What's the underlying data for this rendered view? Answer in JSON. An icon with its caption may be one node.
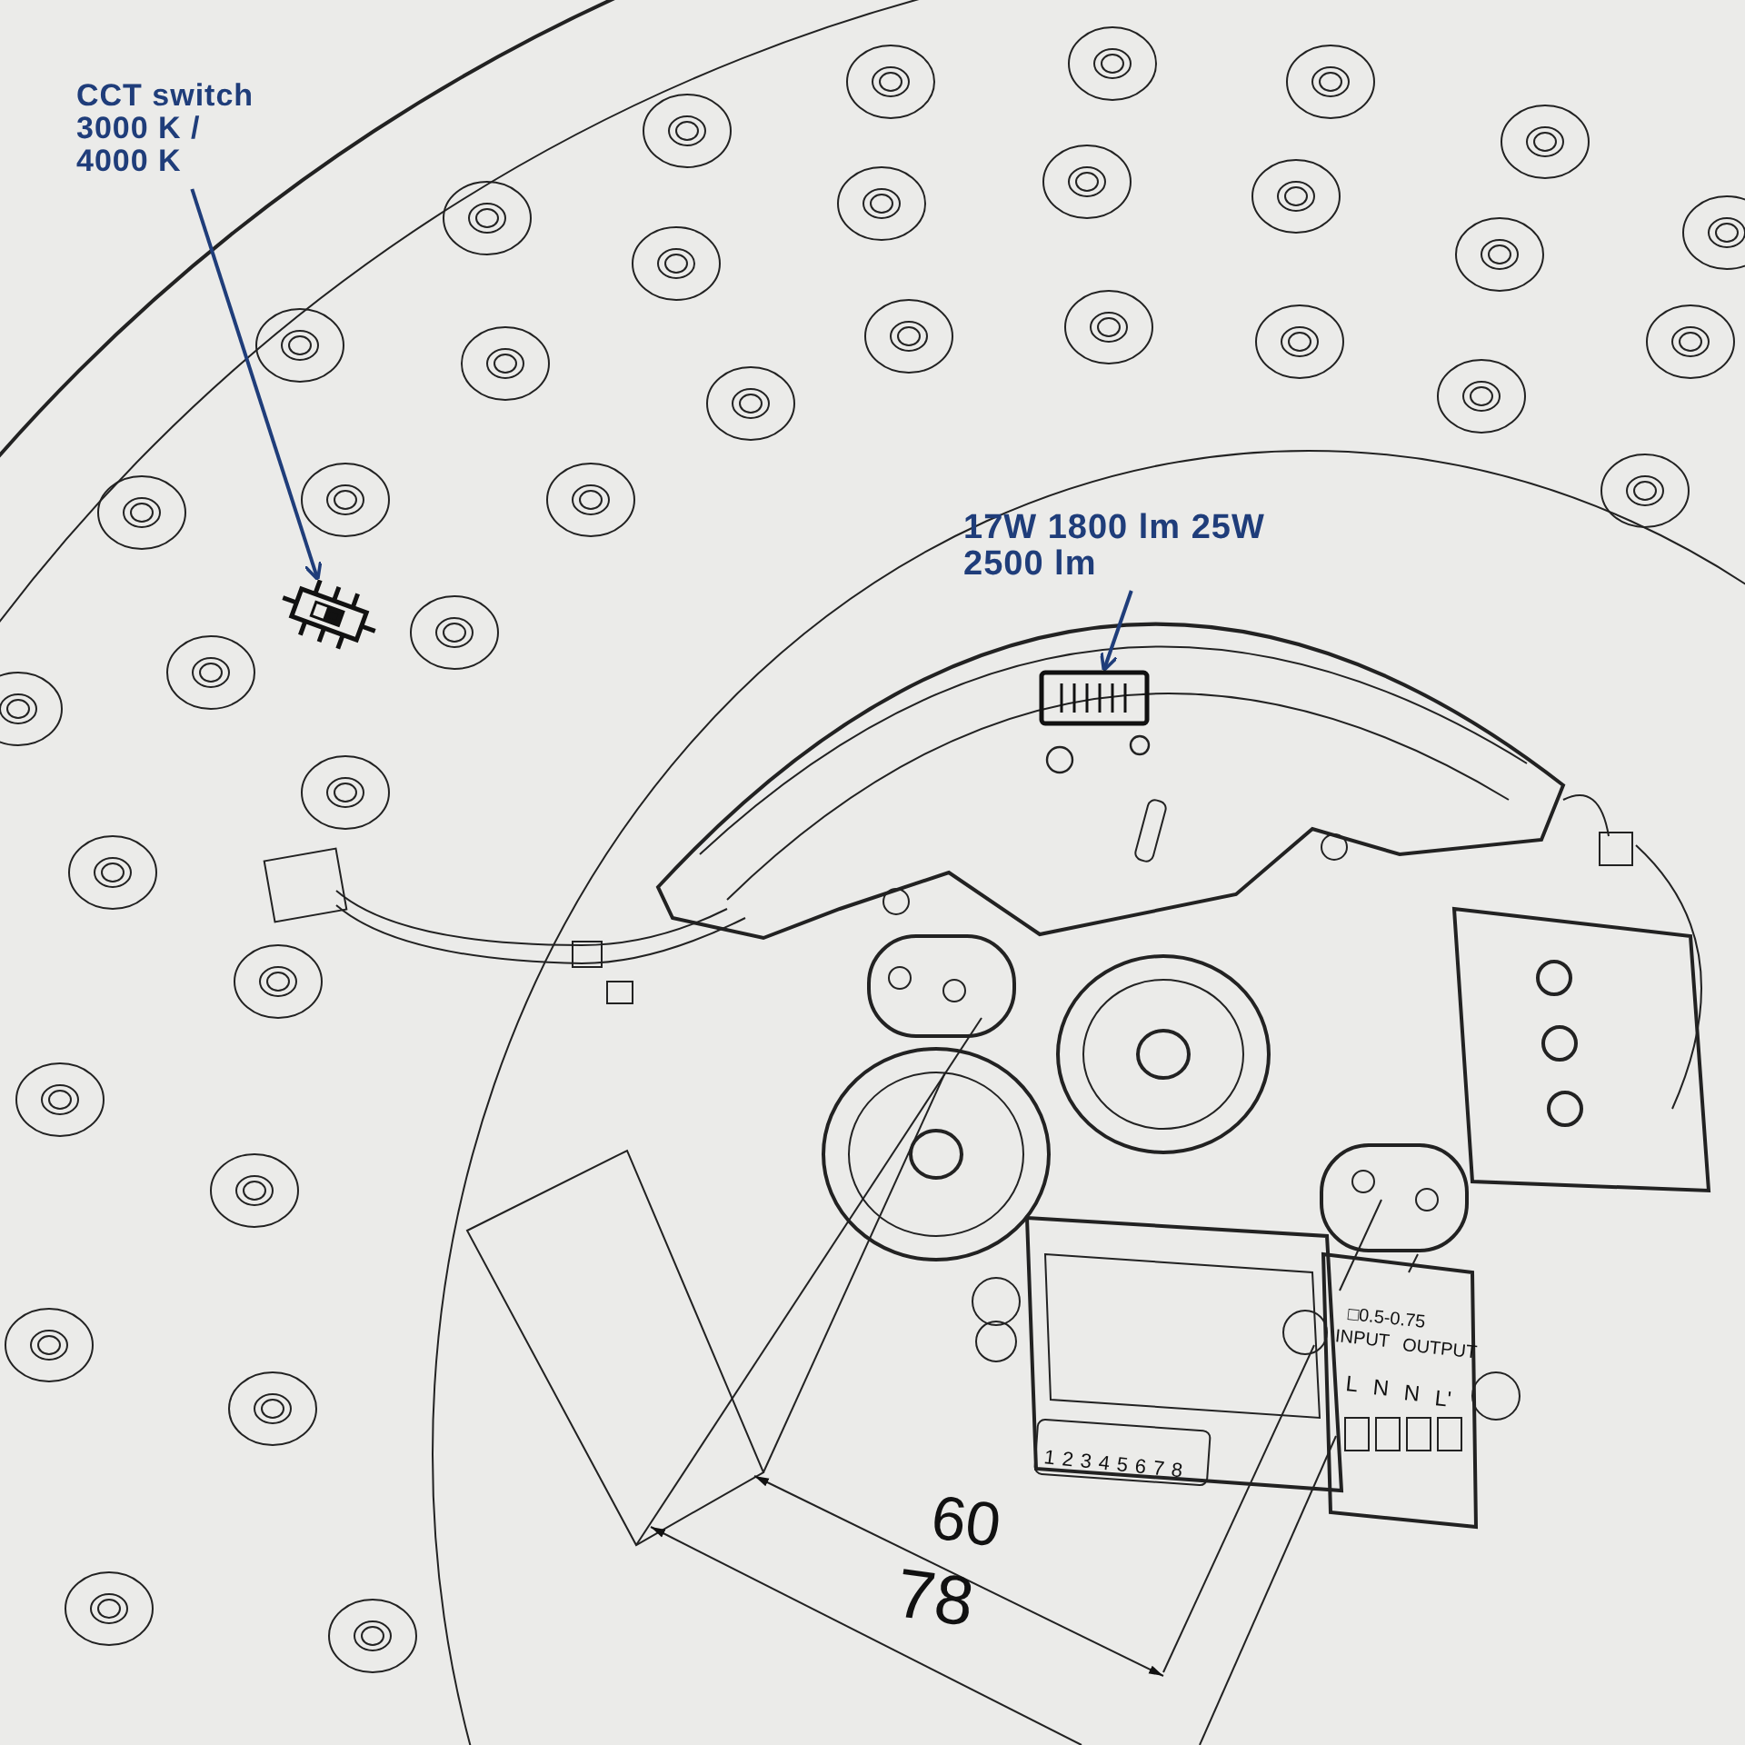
{
  "diagram": {
    "nodes": [
      {
        "text": [
          "CCT switch 3000 K / 4000 K"
        ]
      },
      {
        "text": [],
        "shape": "picture"
      },
      {
        "text": [
          "17W 1800 lm 25W 2500 lm"
        ]
      },
      {
        "text": [],
        "shape": "picture"
      }
    ],
    "edges": [
      {
        "from": 0,
        "to": 1,
        "arrow": "to"
      },
      {
        "from": 2,
        "to": 3,
        "arrow": "to"
      }
    ],
    "labels": [
      "□0.5-0.75",
      "INPUT",
      "OUTPUT",
      "L",
      "N",
      "N",
      "L'",
      "1",
      "2",
      "3",
      "4",
      "5",
      "6",
      "7",
      "8",
      "60",
      "78"
    ]
  }
}
